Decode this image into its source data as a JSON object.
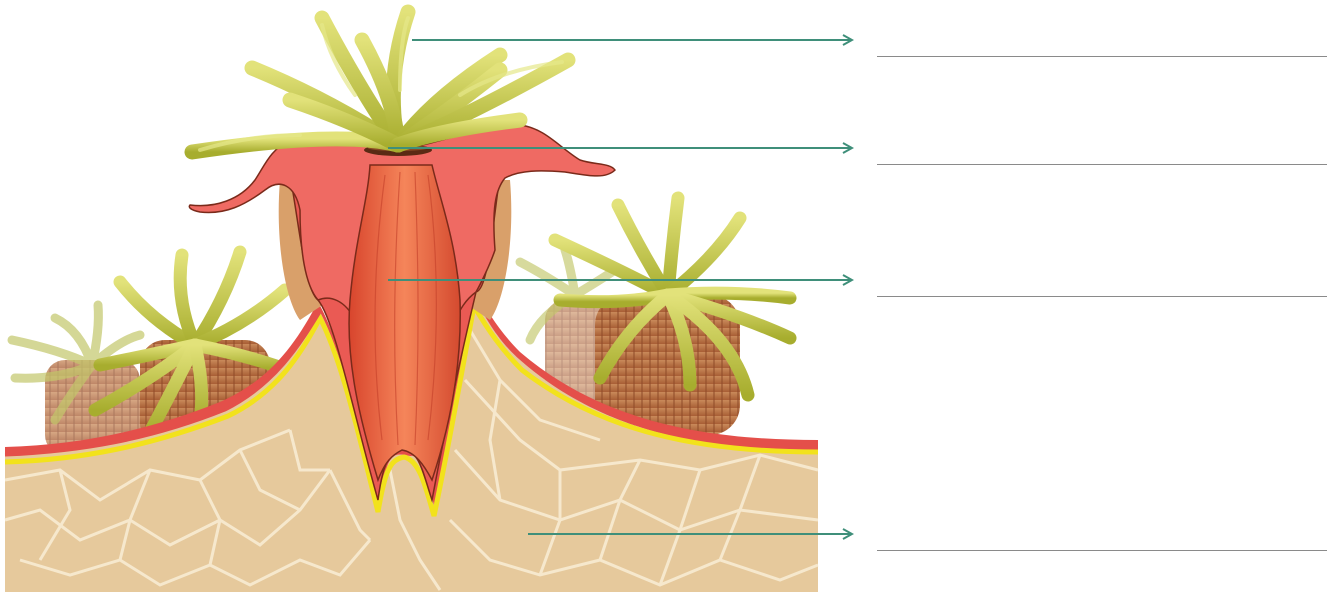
{
  "figure": {
    "subject": "coral-polyp-cross-section",
    "colors": {
      "skeleton": "#e9cfa3",
      "skeleton_shade": "#dcb98a",
      "skeleton_lines": "#f7ead2",
      "tissue": "#ea5a54",
      "tissue_light": "#f58a82",
      "mesoglea": "#f2e21c",
      "tentacle": "#c3c63c",
      "tentacle_tip": "#dede6a",
      "pharynx": "#e8603a",
      "polyp_body": "#b86b3e",
      "arrow": "#3f8f7a",
      "answer_line": "#8a8a8a"
    }
  },
  "labels": [
    {
      "id": "tentacles",
      "text": ""
    },
    {
      "id": "mouth",
      "text": ""
    },
    {
      "id": "stomach",
      "text": ""
    },
    {
      "id": "skeleton",
      "text": ""
    }
  ]
}
